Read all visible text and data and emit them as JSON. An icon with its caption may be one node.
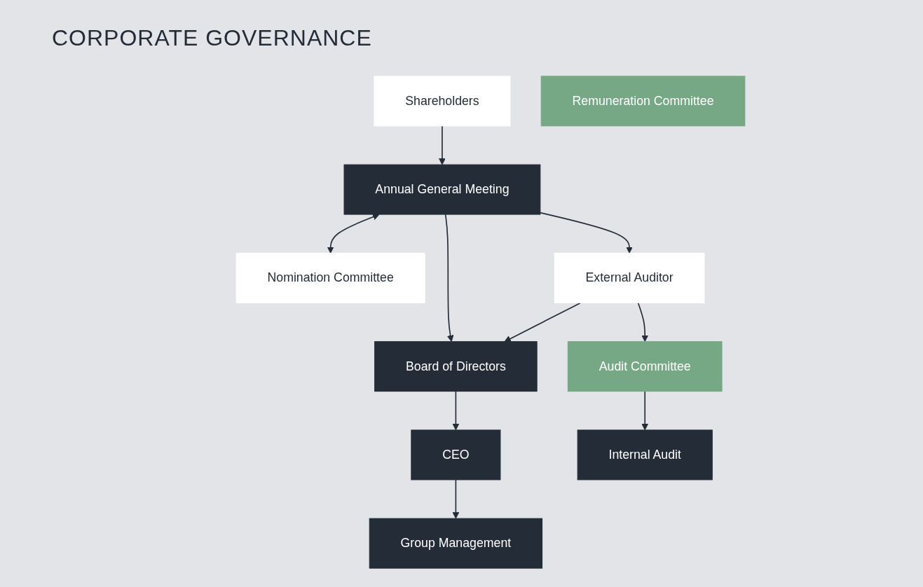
{
  "diagram": {
    "title": "CORPORATE GOVERNANCE",
    "nodes": [
      {
        "text": [
          "Shareholders"
        ]
      },
      {
        "text": [
          "Nomination Committee"
        ]
      },
      {
        "text": [
          "Annual General Meeting"
        ]
      },
      {
        "text": [
          "Board of Directors"
        ]
      },
      {
        "text": [
          "External Auditor"
        ]
      },
      {
        "text": [
          "Remuneration Committee"
        ]
      },
      {
        "text": [
          "Audit Committee"
        ]
      },
      {
        "text": [
          "CEO"
        ]
      },
      {
        "text": [
          "Internal Audit"
        ]
      },
      {
        "text": [
          "Group Management"
        ]
      }
    ],
    "edges": [
      {
        "from": 0,
        "to": 2,
        "arrow": "to"
      },
      {
        "from": 2,
        "to": 1,
        "arrow": "both"
      },
      {
        "from": 2,
        "to": 4,
        "arrow": "to"
      },
      {
        "from": 2,
        "to": 3,
        "arrow": "to"
      },
      {
        "from": 4,
        "to": 3,
        "arrow": "to"
      },
      {
        "from": 4,
        "to": 6,
        "arrow": "to"
      },
      {
        "from": 3,
        "to": 7,
        "arrow": "to"
      },
      {
        "from": 6,
        "to": 8,
        "arrow": "to"
      },
      {
        "from": 7,
        "to": 9,
        "arrow": "to"
      }
    ]
  }
}
